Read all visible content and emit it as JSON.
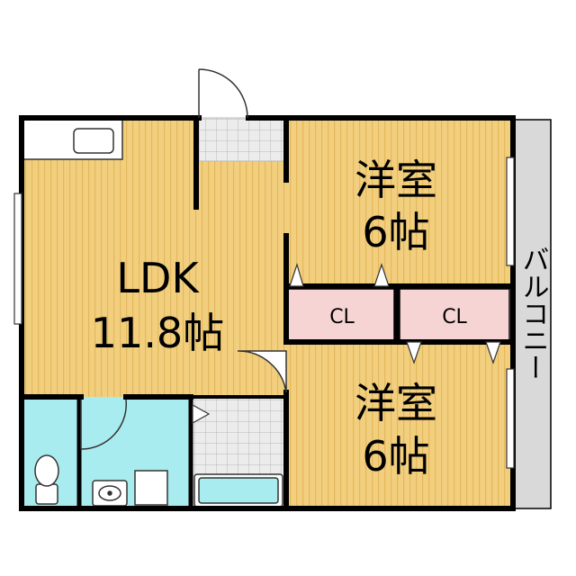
{
  "floor_plan": {
    "ldk": {
      "name": "LDK",
      "size": "11.8帖"
    },
    "western_room_1": {
      "name": "洋室",
      "size": "6帖"
    },
    "western_room_2": {
      "name": "洋室",
      "size": "6帖"
    },
    "closet_1": {
      "label": "CL"
    },
    "closet_2": {
      "label": "CL"
    },
    "balcony": {
      "label": "バルコニー"
    }
  },
  "colors": {
    "wood_floor": "#f2cf7e",
    "wood_stripe": "#e4b85c",
    "closet_fill": "#f7d4d4",
    "wet_area_fill": "#a8ecef",
    "tile_fill": "#ececec",
    "tile_line": "#b9b9b9",
    "balcony_fill": "#d9d9d9",
    "wall": "#000000"
  },
  "icons": [
    "door-swing-icon",
    "toilet-icon",
    "washbasin-icon",
    "bathtub-icon",
    "sink-icon",
    "window-icon"
  ]
}
